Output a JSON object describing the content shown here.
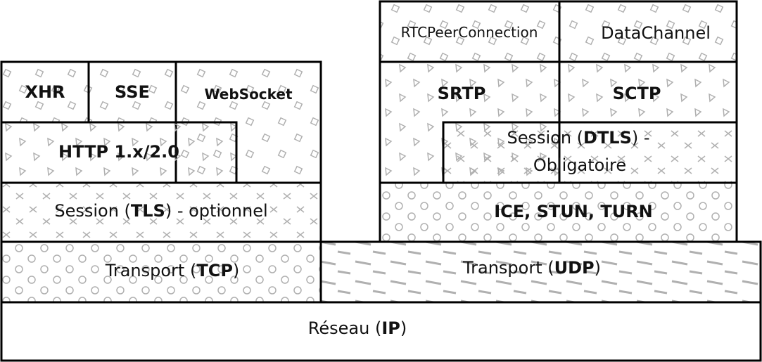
{
  "boxes": {
    "xhr": {
      "label": "XHR",
      "pattern": "diamond"
    },
    "sse": {
      "label": "SSE",
      "pattern": "diamond"
    },
    "websocket": {
      "label": "WebSocket",
      "pattern": "diamond"
    },
    "http": {
      "label": "HTTP 1.x/2.0",
      "pattern": "triangle"
    },
    "tls": {
      "pre": "Session (",
      "bold": "TLS",
      "post": ") - optionnel",
      "pattern": "cross"
    },
    "tcp": {
      "pre": "Transport (",
      "bold": "TCP",
      "post": ")",
      "pattern": "circle"
    },
    "rtcpeer": {
      "label": "RTCPeerConnection",
      "pattern": "diamond"
    },
    "datachannel": {
      "label": "DataChannel",
      "pattern": "diamond"
    },
    "srtp": {
      "label": "SRTP",
      "pattern": "triangle"
    },
    "sctp": {
      "label": "SCTP",
      "pattern": "triangle"
    },
    "dtls": {
      "line1_pre": "Session (",
      "line1_bold": "DTLS",
      "line1_post": ") -",
      "line2": "Obligatoire",
      "pattern": "cross"
    },
    "ice": {
      "label": "ICE, STUN, TURN",
      "pattern": "circle"
    },
    "udp": {
      "pre": "Transport (",
      "bold": "UDP",
      "post": ")",
      "pattern": "dash"
    },
    "ip": {
      "pre": "Réseau (",
      "bold": "IP",
      "post": ")",
      "pattern": "none"
    }
  }
}
